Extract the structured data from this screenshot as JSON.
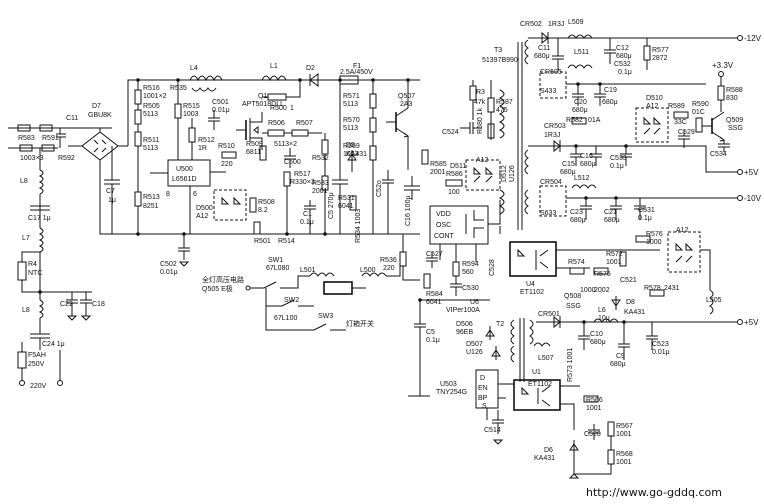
{
  "labels": {
    "R583": "R583",
    "R591": "R591",
    "R583v": "1003×3",
    "C11": "C11",
    "D7": "D7",
    "D7v": "GBU8K",
    "R592": "R592",
    "L8a": "L8",
    "C17": "C17 1μ",
    "L7": "L7",
    "R4": "R4",
    "R4v": "NTC",
    "C22": "C22",
    "C18": "C18",
    "L8b": "L8",
    "C24": "C24 1μ",
    "F5": "F5AH",
    "F5v": "250V",
    "AC": "220V",
    "C7": "C7",
    "C7v": "1μ",
    "R516": "R516",
    "R535": "R535",
    "R516v": "1001×2",
    "R505": "R505",
    "R505v": "5113",
    "R515": "R515",
    "R515v": "1003",
    "R511": "R511",
    "R511v": "5113",
    "R513": "R513",
    "R513v": "8251",
    "L4": "L4",
    "U500": "U500",
    "U500v": "L6561D",
    "pin8": "8",
    "pin6": "6",
    "R512": "R512",
    "R512v": "1R",
    "C501": "C501",
    "C501v": "0.01μ",
    "R510": "R510",
    "R510v": "220",
    "D500": "D500",
    "D500v": "A12",
    "R508": "R508",
    "R508v": "8.2",
    "Q1": "Q1",
    "Q1v": "APT5018DLL",
    "R509": "R509",
    "R509v": "6811",
    "R501": "R501",
    "R514": "R514",
    "L1": "L1",
    "R500": "R500",
    "R500v": "1",
    "R506": "R506",
    "R507": "R507",
    "R506v": "5113×2",
    "C500": "C500",
    "R517": "R517",
    "R517v": "R330×3",
    "C502": "C502",
    "C502v": "0.01μ",
    "D2": "D2",
    "F1": "F1",
    "F1v": "2.5A/450V",
    "R532": "R532",
    "R533": "R533",
    "R533v": "2001",
    "C1": "C1",
    "C1v": "0.1μ",
    "C5": "C5 270μ",
    "D5": "D5",
    "D5v": "KA431",
    "R571": "R571",
    "R571v": "5113",
    "R570": "R570",
    "R570v": "5113",
    "R569": "R569",
    "R569v": "1053",
    "R531": "R531",
    "R531v": "6041",
    "R534": "R534 1003",
    "Q507": "Q507",
    "Q507v": "2A3",
    "C525": "C52o",
    "C16": "C16 100μ",
    "R585": "R585",
    "R585v": "2001",
    "R536": "R536",
    "R536v": "220",
    "R584": "R584",
    "R584v": "6041",
    "R3": "R3",
    "R3v": "47k",
    "R587": "R587",
    "R587v": "475",
    "C524": "C524",
    "R580": "R580 1k",
    "D511": "D511",
    "D511v": "A12",
    "D512": "D512",
    "D512v": "U126",
    "R586": "R586",
    "R586v": "100",
    "VDD": "VDD",
    "OSC": "OSC",
    "CONT": "CONT",
    "C527": "C527",
    "C528": "C528",
    "R594": "R594",
    "R594v": "560",
    "C530": "C530",
    "U6": "U6",
    "U6v": "VIPer100A",
    "SW1": "SW1",
    "SW1v": "67L080",
    "SW1t": "全灯高压电路",
    "SW1t2": "Q505 E极",
    "SW2": "SW2",
    "SW2v": "67L100",
    "SW3": "SW3",
    "SW3t": "灯箱开关",
    "L501": "L501",
    "L500": "L500",
    "T3": "T3",
    "T3v": "51397B990",
    "CR502": "CR502",
    "CR502v": "1R3J",
    "L509": "L509",
    "C11b": "C11",
    "C11bv": "680μ",
    "C12": "C12",
    "C12v": "680μ",
    "R577": "R577",
    "R577v": "2872",
    "L511": "L511",
    "C532": "C532",
    "C532v": "0.1μ",
    "CR505": "CR505",
    "S433": "S433",
    "C20": "C20",
    "C20v": "680μ",
    "C19": "C19",
    "C19v": "680μ",
    "R582": "R582",
    "R582v": "01A",
    "CR503": "CR503",
    "CR503v": "1R3J",
    "C15": "C15",
    "C15v": "680μ",
    "C16b": "C16",
    "C16bv": "680μ",
    "C533": "C533",
    "C533v": "0.1μ",
    "L512": "L512",
    "CR504": "CR504",
    "S633": "S633",
    "C23": "C23",
    "C23v": "680μ",
    "C21": "C21",
    "C21v": "680μ",
    "C531": "C531",
    "C531v": "0.1μ",
    "D510": "D510",
    "D510v": "A12",
    "R589": "R589",
    "R589v": "33C",
    "R590": "R590",
    "R590v": "01C",
    "R588": "R588",
    "R588v": "830",
    "C529": "C529",
    "Q509": "Q509",
    "Q509v": "SSG",
    "C534": "C534",
    "out_m12": "-12V",
    "out_33": "+3.3V",
    "out_p5": "+5V",
    "out_m10": "-10V",
    "out_p5b": "+5V",
    "U4": "U4",
    "U4v": "ET1102",
    "R576": "R576",
    "R576v": "1000",
    "R572": "R572",
    "R572v": "1001",
    "R574": "R574",
    "R574v": "1000",
    "R575": "R575",
    "R575v": "2002",
    "Q508": "Q508",
    "Q508v": "SSG",
    "C521": "C521",
    "D8": "D8",
    "D8v": "KA431",
    "R578": "R578",
    "R578v": "2431",
    "A12b": "A12",
    "L505": "L505",
    "T2": "T2",
    "CR501": "CR501",
    "L6": "L6",
    "L6v": "10μ",
    "C10": "C10",
    "C10v": "680μ",
    "C9": "C9",
    "C9v": "680μ",
    "C523": "C523",
    "C523v": "0.01μ",
    "C5b": "C5",
    "C5bv": "0.1μ",
    "D506": "D506",
    "D506v": "96EB",
    "D507": "D507",
    "D507v": "U126",
    "L507": "L507",
    "R573": "R573 1001",
    "U503": "U503",
    "U503v": "TNY254G",
    "EN": "EN",
    "BP": "BP",
    "S": "S",
    "D": "D",
    "C514": "C514",
    "U1": "U1",
    "U1v": "ET1102",
    "R566": "R566",
    "R566v": "1001",
    "C520": "C520",
    "R567": "R567",
    "R567v": "1001",
    "D6": "D6",
    "D6v": "KA431",
    "R568": "R568",
    "R568v": "1001",
    "watermark": "http://www.go-gddq.com"
  }
}
